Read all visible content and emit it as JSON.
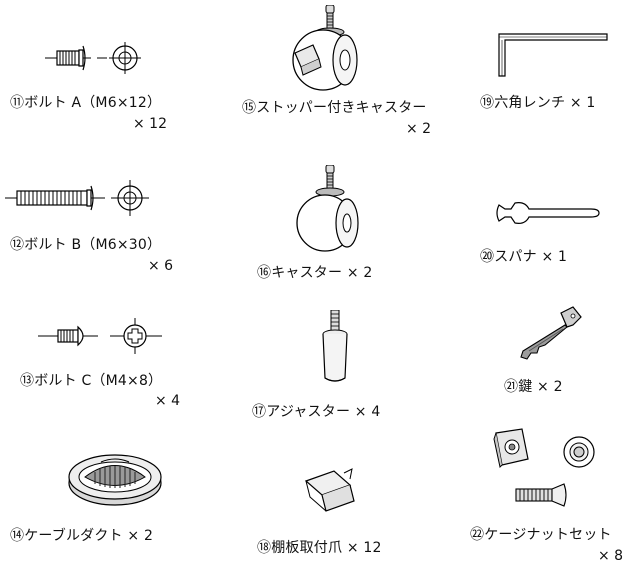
{
  "parts": [
    {
      "id": "p11",
      "label": "⑪ボルト A（M6×12）",
      "qty": "× 12",
      "icon": "bolt-icon"
    },
    {
      "id": "p12",
      "label": "⑫ボルト B（M6×30）",
      "qty": "× 6",
      "icon": "long-bolt-icon"
    },
    {
      "id": "p13",
      "label": "⑬ボルト C（M4×8）",
      "qty": "× 4",
      "icon": "phillips-bolt-icon"
    },
    {
      "id": "p14",
      "label": "⑭ケーブルダクト × 2",
      "qty": "",
      "icon": "cable-duct-icon"
    },
    {
      "id": "p15",
      "label": "⑮ストッパー付きキャスター",
      "qty": "× 2",
      "icon": "stopper-caster-icon"
    },
    {
      "id": "p16",
      "label": "⑯キャスター × 2",
      "qty": "",
      "icon": "caster-icon"
    },
    {
      "id": "p17",
      "label": "⑰アジャスター × 4",
      "qty": "",
      "icon": "adjuster-icon"
    },
    {
      "id": "p18",
      "label": "⑱棚板取付爪 × 12",
      "qty": "",
      "icon": "shelf-clip-icon"
    },
    {
      "id": "p19",
      "label": "⑲六角レンチ × 1",
      "qty": "",
      "icon": "hex-wrench-icon"
    },
    {
      "id": "p20",
      "label": "⑳スパナ × 1",
      "qty": "",
      "icon": "spanner-icon"
    },
    {
      "id": "p21",
      "label": "㉑鍵 × 2",
      "qty": "",
      "icon": "key-icon"
    },
    {
      "id": "p22",
      "label": "㉒ケージナットセット",
      "qty": "× 8",
      "icon": "cage-nut-set-icon"
    }
  ]
}
